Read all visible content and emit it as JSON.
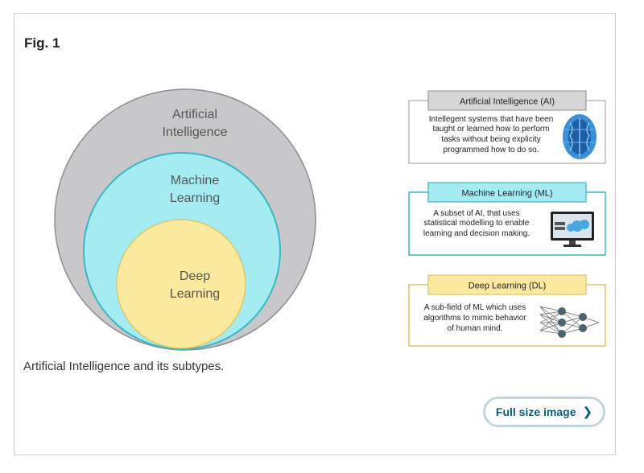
{
  "figure": {
    "label": "Fig. 1",
    "caption": "Artificial Intelligence and its subtypes."
  },
  "diagram": {
    "circles": {
      "ai": [
        "Artificial",
        "Intelligence"
      ],
      "ml": [
        "Machine",
        "Learning"
      ],
      "dl": [
        "Deep",
        "Learning"
      ]
    },
    "boxes": {
      "ai": {
        "title": "Artificial Intelligence (AI)",
        "lines": [
          "Intellegent systems that have been",
          "taught or learned how to perform",
          "tasks without being explicity",
          "programmed how to do so."
        ]
      },
      "ml": {
        "title": "Machine Learning (ML)",
        "lines": [
          "A subset of AI, that uses",
          "statistical modelling to enable",
          "learning and decision making."
        ]
      },
      "dl": {
        "title": "Deep Learning (DL)",
        "lines": [
          "A sub-field of ML which uses",
          "algorithms to mimic behavior",
          "of human mind."
        ]
      }
    },
    "colors": {
      "ai_fill": "#c8c8ca",
      "ai_stroke": "#8e8e90",
      "ml_fill": "#a4ecf2",
      "ml_stroke": "#3bb6c4",
      "dl_fill": "#fbe9a0",
      "dl_stroke": "#d8c96a"
    }
  },
  "actions": {
    "full_size_label": "Full size image",
    "chevron_icon": "chevron-right-icon"
  }
}
